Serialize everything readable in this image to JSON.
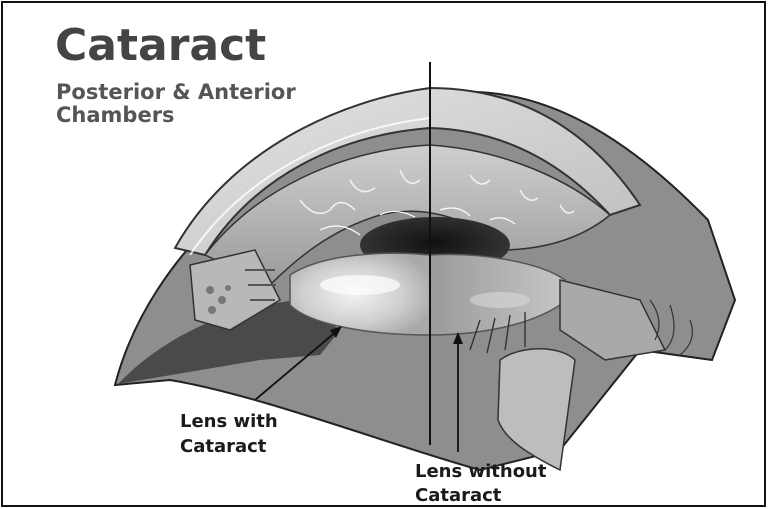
{
  "title": "Cataract",
  "subtitle_lines": [
    "Posterior & Anterior",
    "Chambers"
  ],
  "labels": {
    "with_cataract": [
      "Lens with",
      "Cataract"
    ],
    "without_cataract": [
      "Lens without",
      "Cataract"
    ]
  },
  "colors": {
    "frame": "#111111",
    "text_title": "#444444",
    "text_label": "#1a1a1a"
  }
}
